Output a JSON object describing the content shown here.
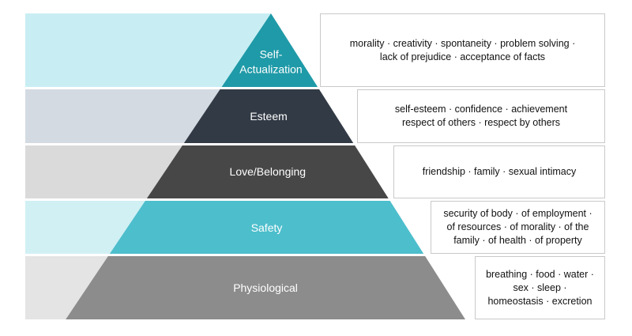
{
  "levels": [
    {
      "id": "self-actualization",
      "label_lines": [
        "Self-",
        "Actualization"
      ],
      "description_lines": [
        "morality · creativity · spontaneity · problem solving ·",
        "lack of prejudice · acceptance of facts"
      ],
      "color": "#1f9aa8",
      "band_color": "#c8eef3",
      "text_color": "#ffffff"
    },
    {
      "id": "esteem",
      "label_lines": [
        "Esteem"
      ],
      "description_lines": [
        "self-esteem · confidence · achievement",
        "respect of others · respect by others"
      ],
      "color": "#323a45",
      "band_color": "#d4dae1",
      "text_color": "#ffffff"
    },
    {
      "id": "love-belonging",
      "label_lines": [
        "Love/Belonging"
      ],
      "description_lines": [
        "friendship · family · sexual intimacy"
      ],
      "color": "#474747",
      "band_color": "#dadada",
      "text_color": "#ffffff"
    },
    {
      "id": "safety",
      "label_lines": [
        "Safety"
      ],
      "description_lines": [
        "security of body · of employment ·",
        "of resources · of morality · of the",
        "family · of health · of property"
      ],
      "color": "#4dbecc",
      "band_color": "#d1f0f4",
      "text_color": "#ffffff"
    },
    {
      "id": "physiological",
      "label_lines": [
        "Physiological"
      ],
      "description_lines": [
        "breathing · food · water ·",
        "sex · sleep ·",
        "homeostasis · excretion"
      ],
      "color": "#8c8c8c",
      "band_color": "#e4e4e4",
      "text_color": "#ffffff"
    }
  ]
}
